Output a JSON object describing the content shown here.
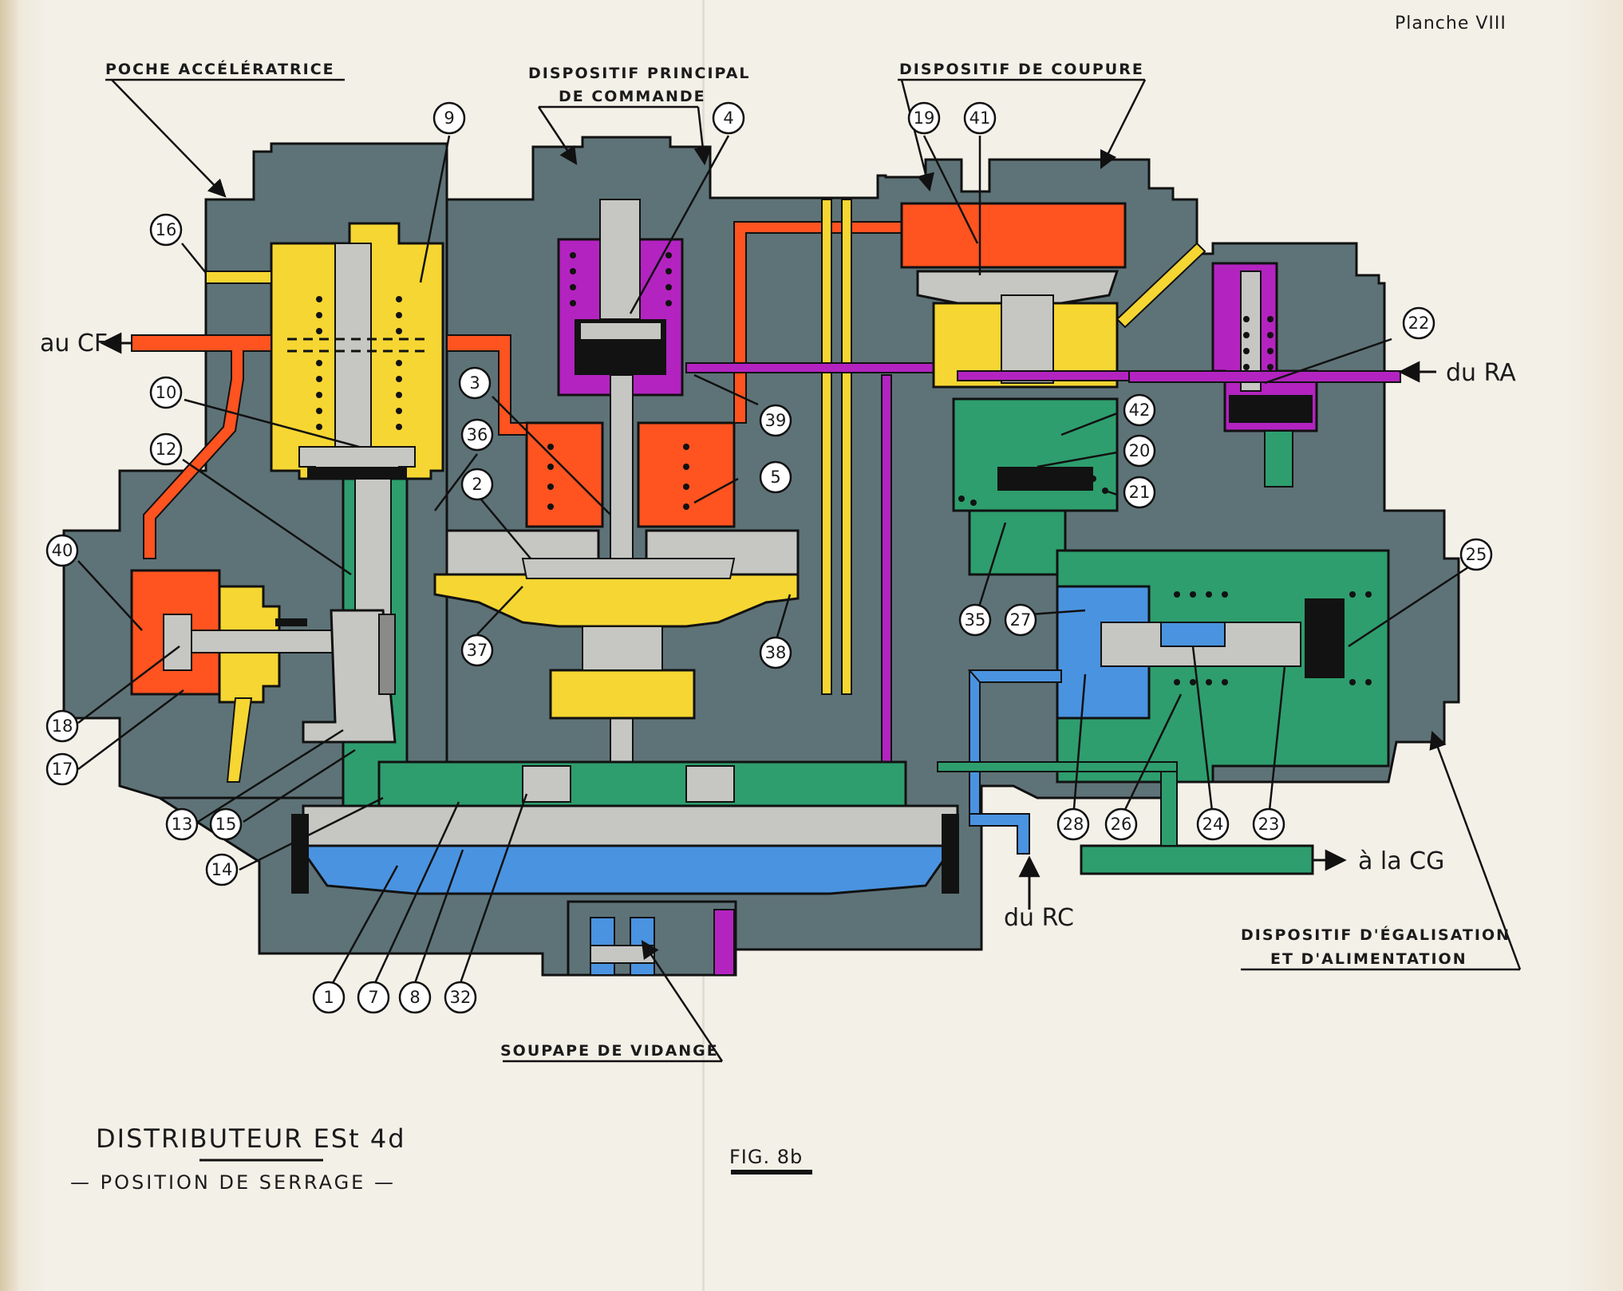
{
  "plate": "Planche VIII",
  "sections": {
    "poche": "POCHE ACCÉLÉRATRICE",
    "principal_1": "DISPOSITIF PRINCIPAL",
    "principal_2": "DE COMMANDE",
    "coupure": "DISPOSITIF DE COUPURE",
    "egalisation_1": "DISPOSITIF D'ÉGALISATION",
    "egalisation_2": "ET D'ALIMENTATION",
    "vidange": "SOUPAPE DE VIDANGE"
  },
  "ports": {
    "cf": "au CF",
    "ra": "du RA",
    "cg": "à la CG",
    "rc": "du RC"
  },
  "title": {
    "main": "DISTRIBUTEUR ESt 4d",
    "sub": "— POSITION DE SERRAGE —",
    "fig": "FIG. 8b"
  },
  "callouts": [
    "9",
    "4",
    "19",
    "41",
    "16",
    "10",
    "12",
    "40",
    "18",
    "17",
    "13",
    "15",
    "14",
    "3",
    "36",
    "2",
    "37",
    "39",
    "5",
    "38",
    "1",
    "7",
    "8",
    "32",
    "22",
    "42",
    "20",
    "21",
    "35",
    "27",
    "25",
    "28",
    "26",
    "24",
    "23"
  ],
  "colors": {
    "body": "#5e7378",
    "yellow": "#f6d632",
    "orange": "#ff5320",
    "purple": "#b323c0",
    "green": "#2e9e6e",
    "blue": "#4a93e0",
    "steel": "#c6c7c3",
    "black": "#121212"
  }
}
